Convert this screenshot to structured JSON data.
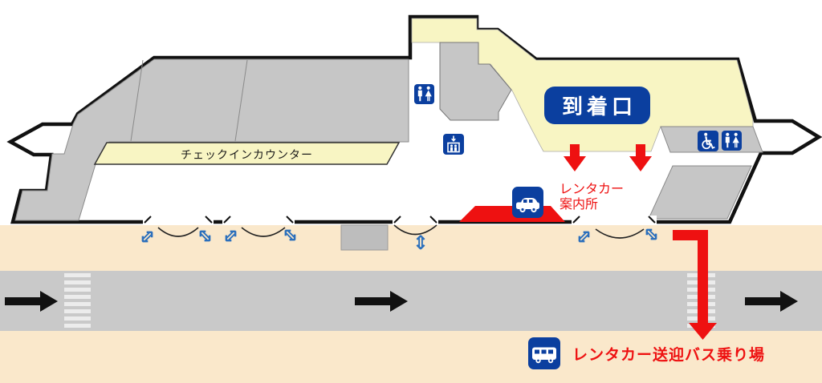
{
  "map": {
    "checkin_counter_label": "チェックインカウンター",
    "arrival_gate_label": "到着口",
    "rental_counter_label_line1": "レンタカー",
    "rental_counter_label_line2": "案内所",
    "bus_stop_label": "レンタカー送迎バス乗り場"
  },
  "icons": {
    "door_slide_arrow_glyph": "⇕",
    "door_swing_arrow_glyph": "⇕",
    "restroom_icon": "restroom-icon",
    "accessible_icon": "wheelchair-icon",
    "elevator_icon": "elevator-icon",
    "rental_car_icon": "car-icon",
    "shuttle_bus_icon": "bus-icon"
  },
  "colors": {
    "terminal_gray": "#C6C6C6",
    "zone_yellow": "#F8F5C3",
    "walkway_peach": "#FAE8CB",
    "road_gray": "#C9C9C9",
    "accent_blue": "#0B3F9F",
    "accent_red": "#EE1111",
    "door_arrow_blue": "#2B6FBC",
    "outline_black": "#111111"
  }
}
